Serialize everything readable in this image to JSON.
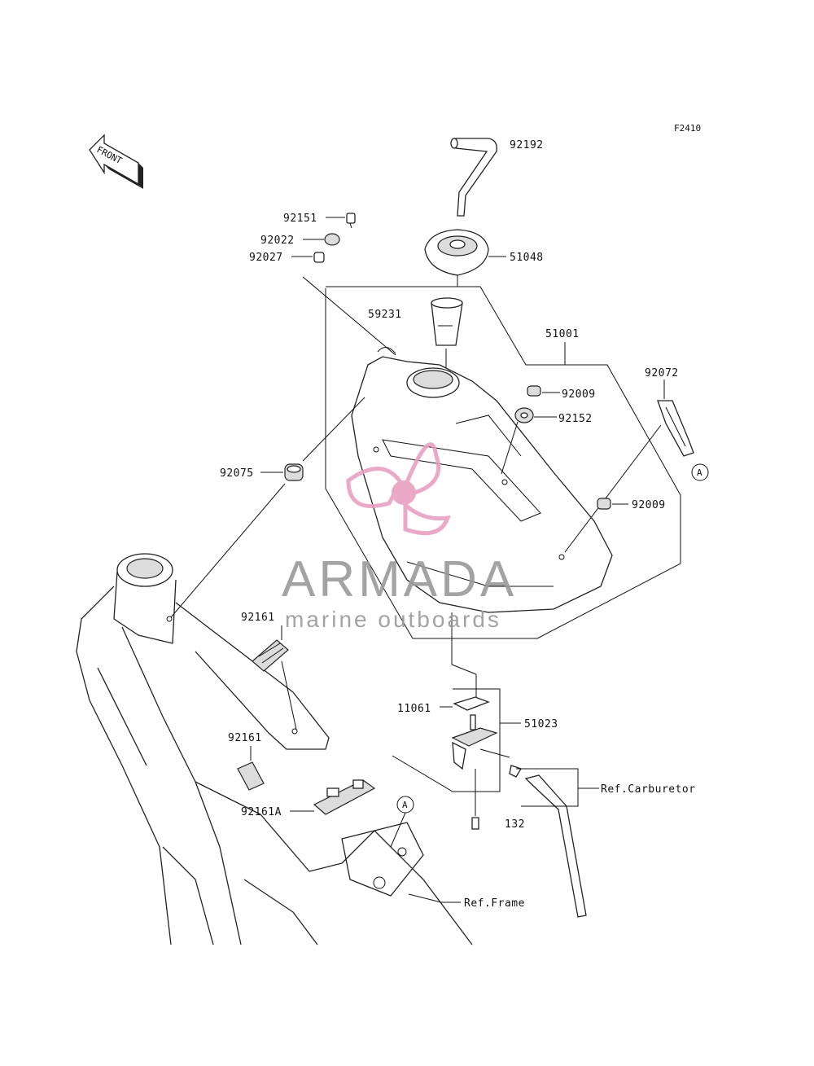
{
  "diagram_code": "F2410",
  "front_marker": "FRONT",
  "parts": {
    "p92192": "92192",
    "p92151": "92151",
    "p92022": "92022",
    "p92027": "92027",
    "p51048": "51048",
    "p59231": "59231",
    "p51001": "51001",
    "p92072": "92072",
    "p92009a": "92009",
    "p92152": "92152",
    "p92075": "92075",
    "p92009b": "92009",
    "p92161a": "92161",
    "p92161b": "92161",
    "p92161A": "92161A",
    "p11061": "11061",
    "p51023": "51023",
    "p132": "132"
  },
  "refs": {
    "carburetor": "Ref.Carburetor",
    "frame": "Ref.Frame"
  },
  "callout_a": "A",
  "watermark": {
    "brand": "ARMADA",
    "tagline": "marine outboards",
    "color": "#e8a0c0"
  }
}
